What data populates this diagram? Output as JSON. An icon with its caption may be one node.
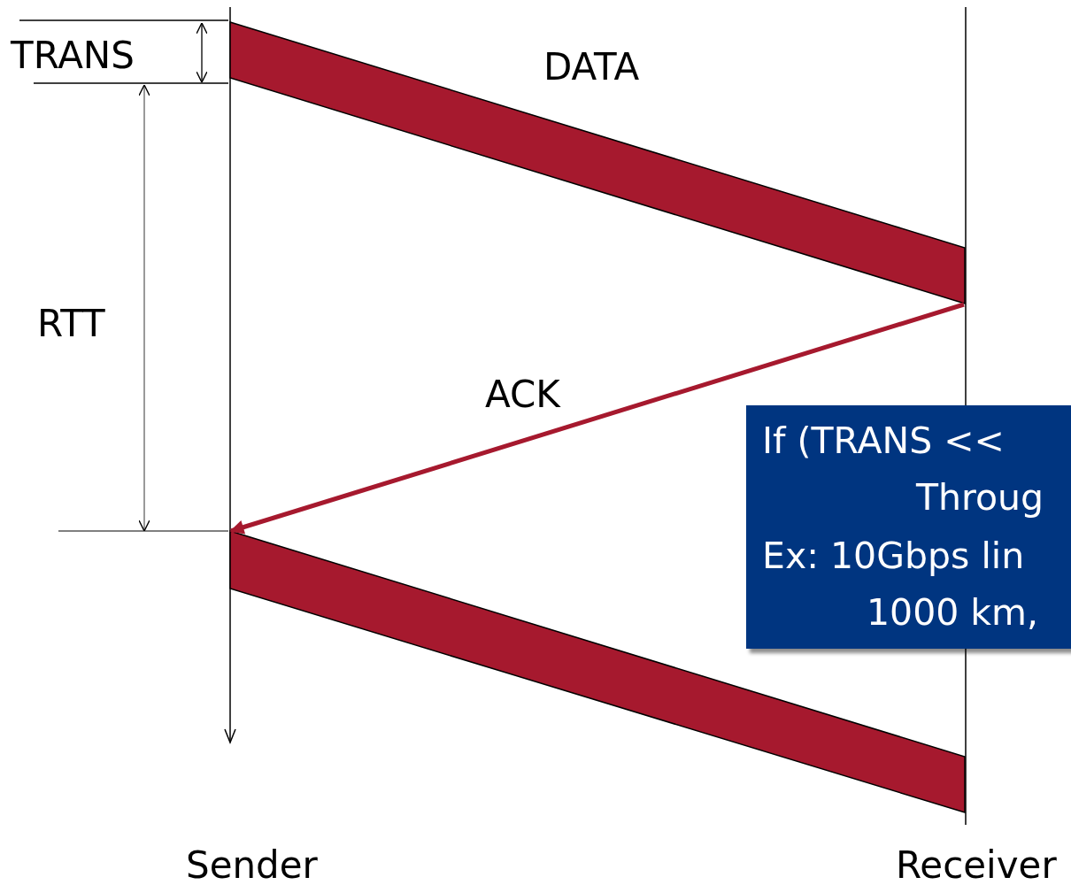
{
  "diagram": {
    "nodes": [
      {
        "text": [],
        "shape": "line"
      },
      {
        "text": [],
        "shape": "line"
      },
      {
        "text": [],
        "shape": "bar",
        "beside": [
          "DATA"
        ]
      },
      {
        "text": [],
        "shape": "bar"
      },
      {
        "text": [
          "If (TRANS <<",
          "Throug",
          "Ex: 10Gbps lin",
          "1000 km,"
        ]
      }
    ],
    "edges": [
      {
        "from": 1,
        "to": 0,
        "arrow": "to",
        "label": "ACK"
      }
    ],
    "labels": [
      "TRANS",
      "RTT",
      "Sender",
      "Receiver"
    ]
  }
}
